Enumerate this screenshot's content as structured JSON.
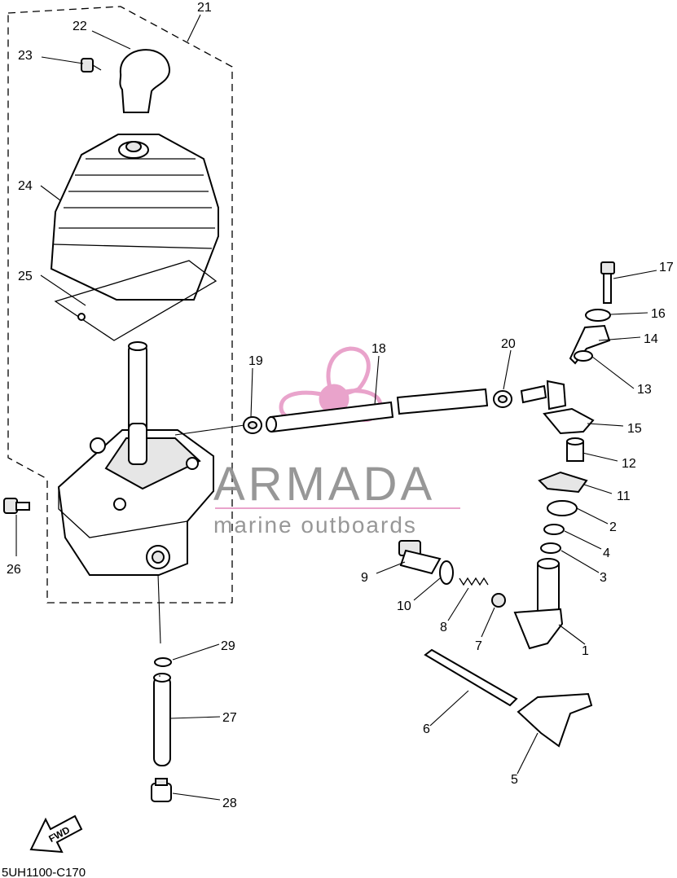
{
  "diagram_code": "5UH1100-C170",
  "fwd_label": "FWD",
  "watermark": {
    "brand": "ARMADA",
    "tagline": "marine outboards",
    "accent_color": "#e79ac6",
    "text_color": "#8c8c8c"
  },
  "callouts": [
    "1",
    "2",
    "3",
    "4",
    "5",
    "6",
    "7",
    "8",
    "9",
    "10",
    "11",
    "12",
    "13",
    "14",
    "15",
    "16",
    "17",
    "18",
    "19",
    "20",
    "21",
    "22",
    "23",
    "24",
    "25",
    "26",
    "27",
    "28",
    "29"
  ]
}
